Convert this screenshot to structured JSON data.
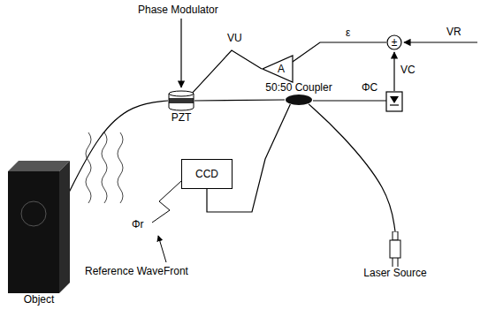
{
  "diagram": {
    "nodes": [
      {
        "text": [
          "PZT"
        ]
      },
      {
        "text": [
          "A"
        ]
      },
      {
        "text": [
          "±"
        ]
      },
      {
        "text": [
          "50:50 Coupler"
        ]
      },
      {
        "text": [
          "CCD"
        ]
      },
      {
        "text": [
          "Laser Source"
        ]
      },
      {
        "text": [
          "Object"
        ]
      }
    ],
    "edges": [
      {
        "from": 2,
        "to": 1,
        "arrow": "none",
        "label": "ε"
      },
      {
        "from": 1,
        "to": 0,
        "arrow": "none",
        "label": "VU"
      },
      {
        "from": 3,
        "to": 0,
        "arrow": "none"
      },
      {
        "from": 3,
        "to": 5,
        "arrow": "none"
      },
      {
        "from": 0,
        "to": 6,
        "arrow": "none"
      },
      {
        "from": 3,
        "to": 4,
        "arrow": "none"
      }
    ],
    "labels": [
      "Phase Modulator",
      "VR",
      "VC",
      "ΦC",
      "Φr",
      "Reference WaveFront"
    ]
  }
}
